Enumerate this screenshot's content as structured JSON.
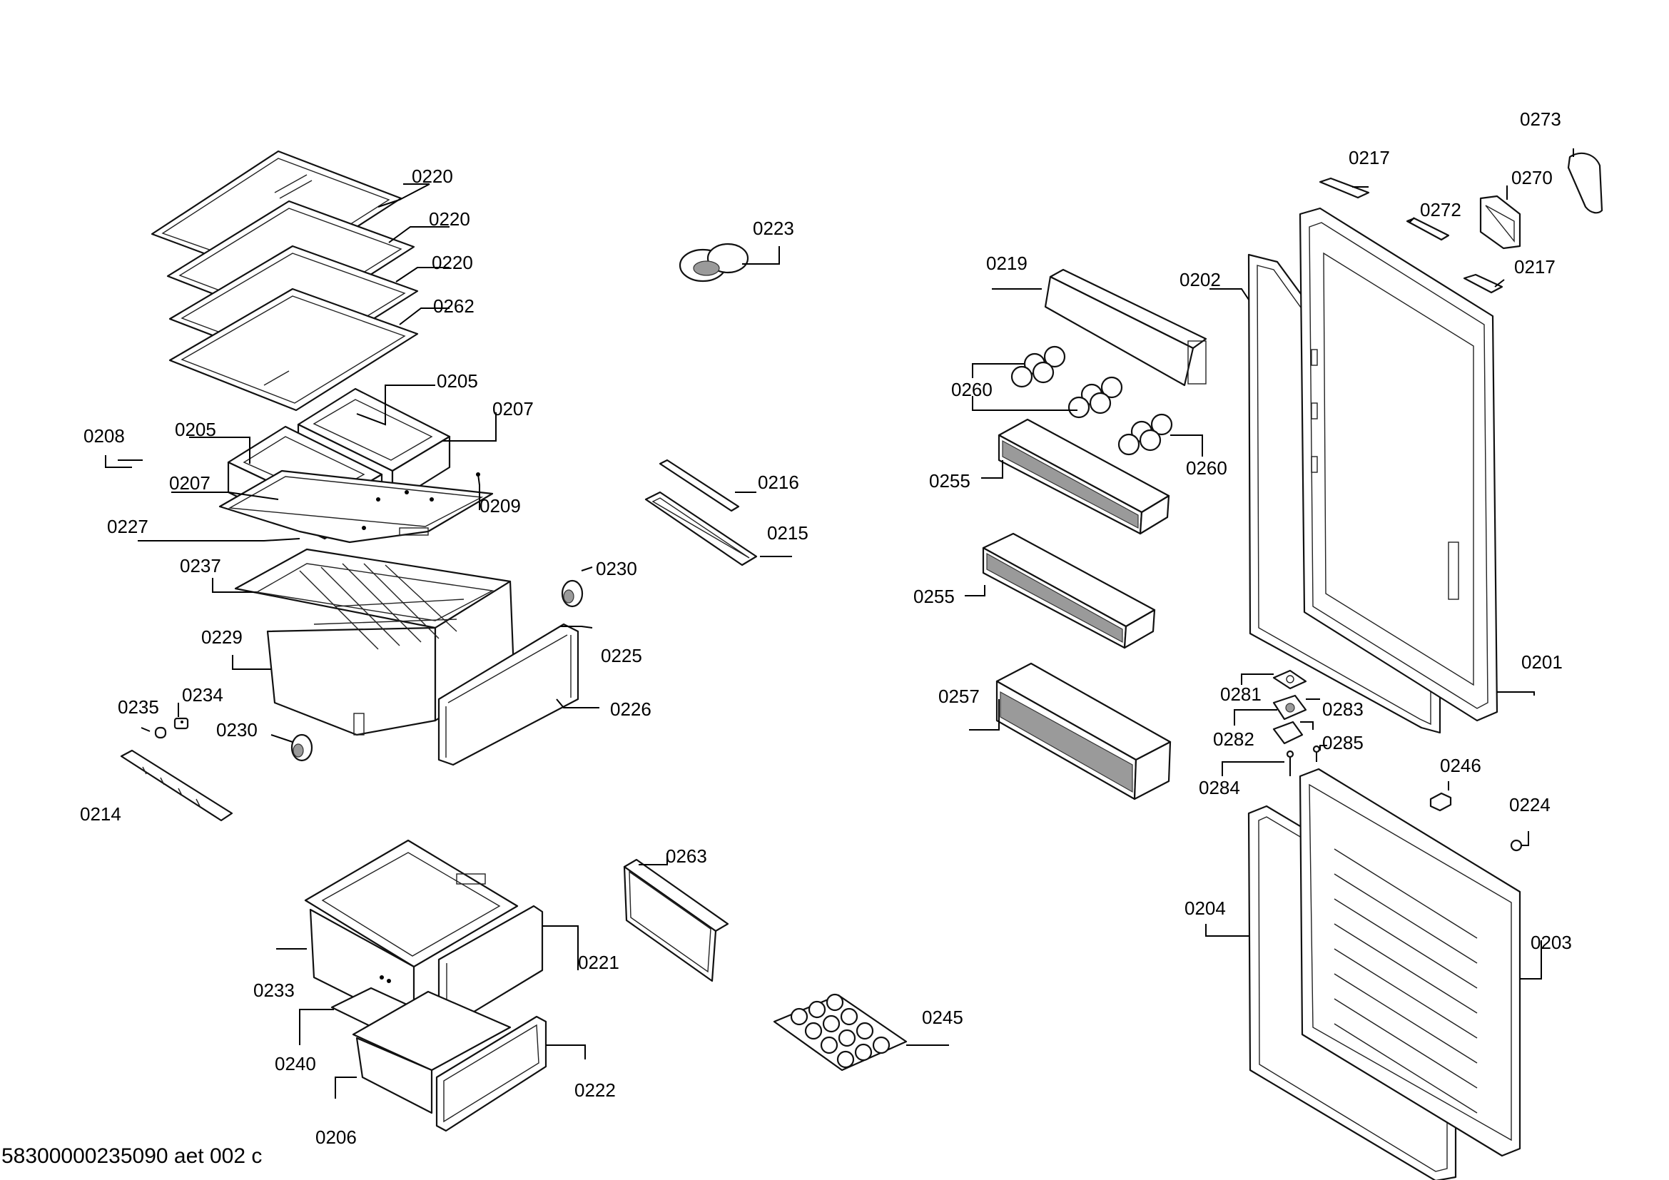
{
  "footer_code": "58300000235090 aet 002 c",
  "labels": [
    "0220",
    "0220",
    "0220",
    "0262",
    "0205",
    "0207",
    "0205",
    "0208",
    "0207",
    "0209",
    "0227",
    "0237",
    "0229",
    "0235",
    "0234",
    "0230",
    "0214",
    "0223",
    "0216",
    "0215",
    "0230",
    "0225",
    "0226",
    "0263",
    "0233",
    "0221",
    "0240",
    "0222",
    "0206",
    "0245",
    "0219",
    "0260",
    "0260",
    "0255",
    "0255",
    "0257",
    "0202",
    "0217",
    "0273",
    "0270",
    "0272",
    "0217",
    "0201",
    "0281",
    "0283",
    "0282",
    "0285",
    "0284",
    "0246",
    "0224",
    "0204",
    "0203"
  ]
}
